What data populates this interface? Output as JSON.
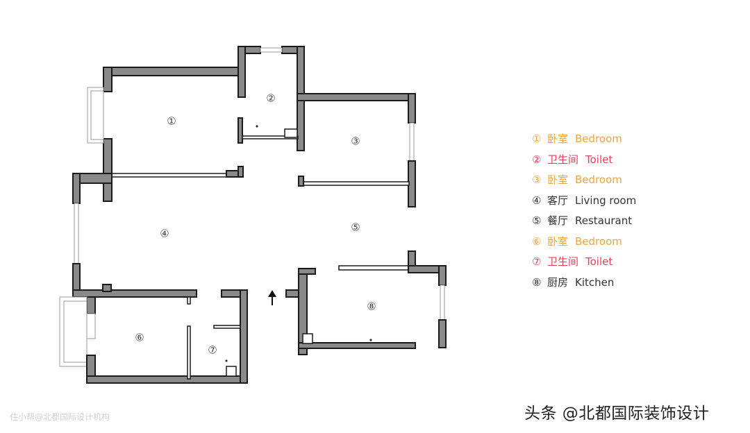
{
  "floorplan": {
    "rooms": [
      {
        "num": "①"
      },
      {
        "num": "②"
      },
      {
        "num": "③"
      },
      {
        "num": "④"
      },
      {
        "num": "⑤"
      },
      {
        "num": "⑥"
      },
      {
        "num": "⑦"
      },
      {
        "num": "⑧"
      }
    ]
  },
  "legend": [
    {
      "num": "①",
      "cn": "卧室",
      "en": "Bedroom",
      "color": "#f0a43a"
    },
    {
      "num": "②",
      "cn": "卫生间",
      "en": "Toilet",
      "color": "#e8405a"
    },
    {
      "num": "③",
      "cn": "卧室",
      "en": "Bedroom",
      "color": "#f0a43a"
    },
    {
      "num": "④",
      "cn": "客厅",
      "en": "Living room",
      "color": "#333333"
    },
    {
      "num": "⑤",
      "cn": "餐厅",
      "en": "Restaurant",
      "color": "#333333"
    },
    {
      "num": "⑥",
      "cn": "卧室",
      "en": "Bedroom",
      "color": "#f0a43a"
    },
    {
      "num": "⑦",
      "cn": "卫生间",
      "en": "Toilet",
      "color": "#e8405a"
    },
    {
      "num": "⑧",
      "cn": "厨房",
      "en": "Kitchen",
      "color": "#333333"
    }
  ],
  "watermark": {
    "left": "住小帮@北都国际设计机构",
    "right": "头条 @北都国际装饰设计"
  }
}
